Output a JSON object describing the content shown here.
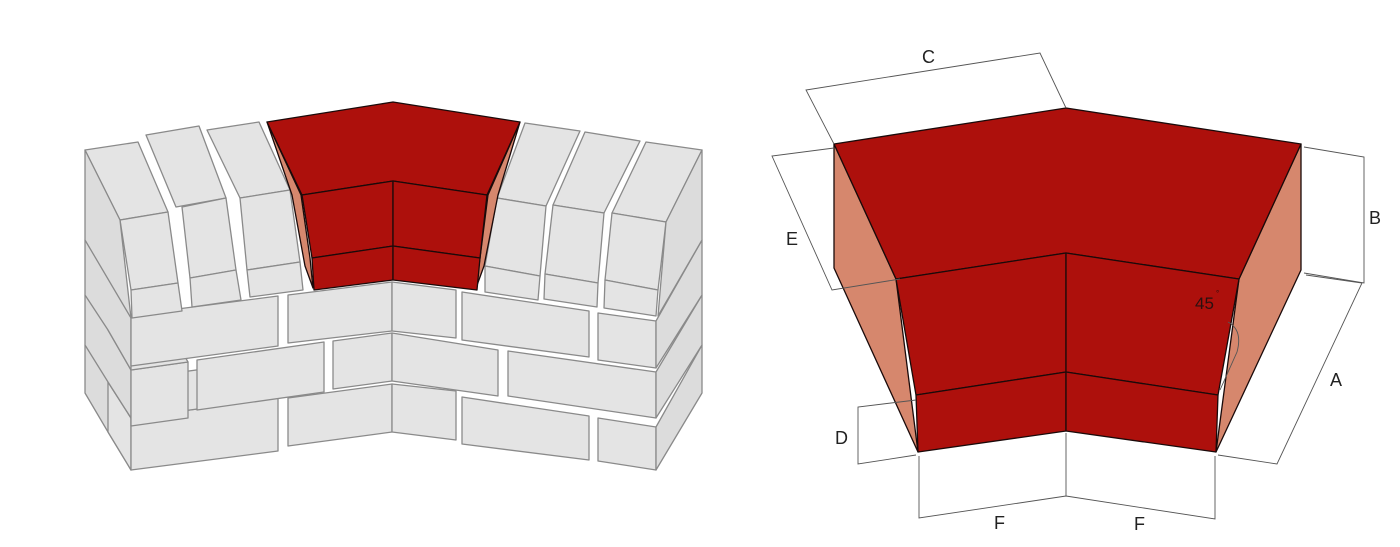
{
  "diagram": {
    "left_view": {
      "title": "Brick wall corner assembly with highlighted 45° angle brick",
      "highlight_color": "#ad100c",
      "side_color": "#d6876d",
      "brick_color": "#e4e4e4"
    },
    "right_view": {
      "title": "45° angle brick dimension drawing",
      "labels": {
        "A": "A",
        "B": "B",
        "C": "C",
        "D": "D",
        "E": "E",
        "F_left": "F",
        "F_right": "F",
        "angle": "45"
      },
      "angle_suffix": "°"
    }
  }
}
